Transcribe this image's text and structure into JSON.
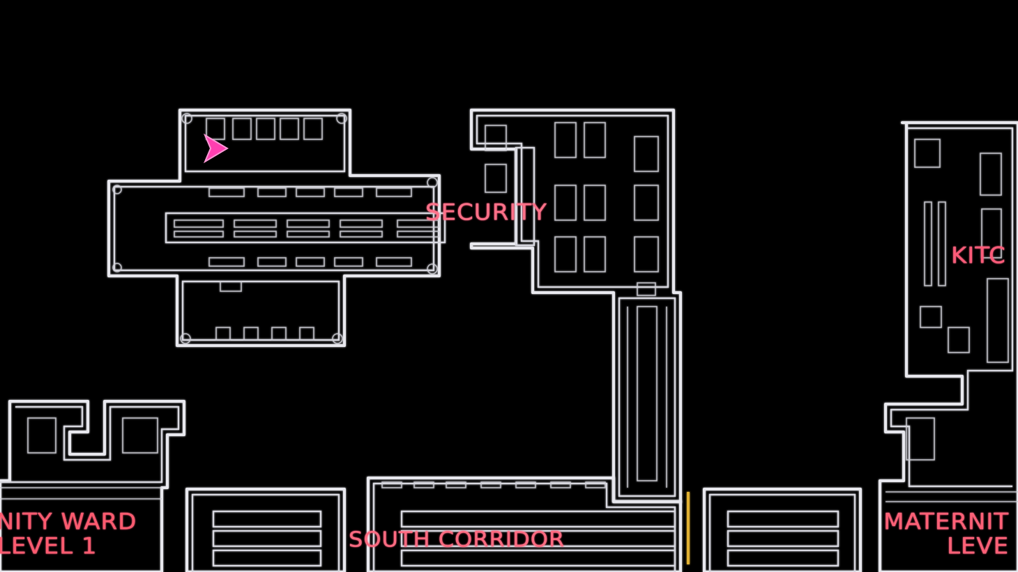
{
  "map": {
    "rooms": {
      "security": "SECURITY",
      "south_corridor": "SOUTH CORRIDOR",
      "maternity_left_line1": "RNITY WARD",
      "maternity_left_line2": "LEVEL 1",
      "maternity_right_line1": "MATERNIT",
      "maternity_right_line2": "LEVE",
      "kitchen": "KITC"
    },
    "player_marker_icon": "player-arrow-icon",
    "colors": {
      "background": "#000000",
      "walls": "#e8e8ee",
      "labels": "#ff5a78",
      "player_marker": "#ff3fb0",
      "door_accent": "#e0b030"
    }
  }
}
